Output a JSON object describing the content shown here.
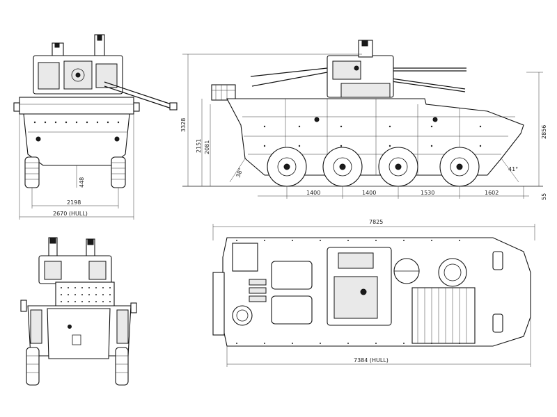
{
  "dimensions": {
    "front_track": "2198",
    "front_hull_width": "2670 (HULL)",
    "front_ground_clearance": "448",
    "side_total_height": "3328",
    "side_height_a": "2151",
    "side_height_b": "2081",
    "side_approach_angle": "38°",
    "side_departure_angle": "41°",
    "side_rear_height": "2856",
    "side_axle_1_2": "1400",
    "side_axle_2_3": "1400",
    "side_axle_3_4": "1530",
    "side_rear_overhang": "1602",
    "side_rear_offset": "55",
    "top_total_length": "7825",
    "top_hull_length": "7384 (HULL)"
  },
  "colors": {
    "line": "#111111",
    "background": "#ffffff"
  }
}
